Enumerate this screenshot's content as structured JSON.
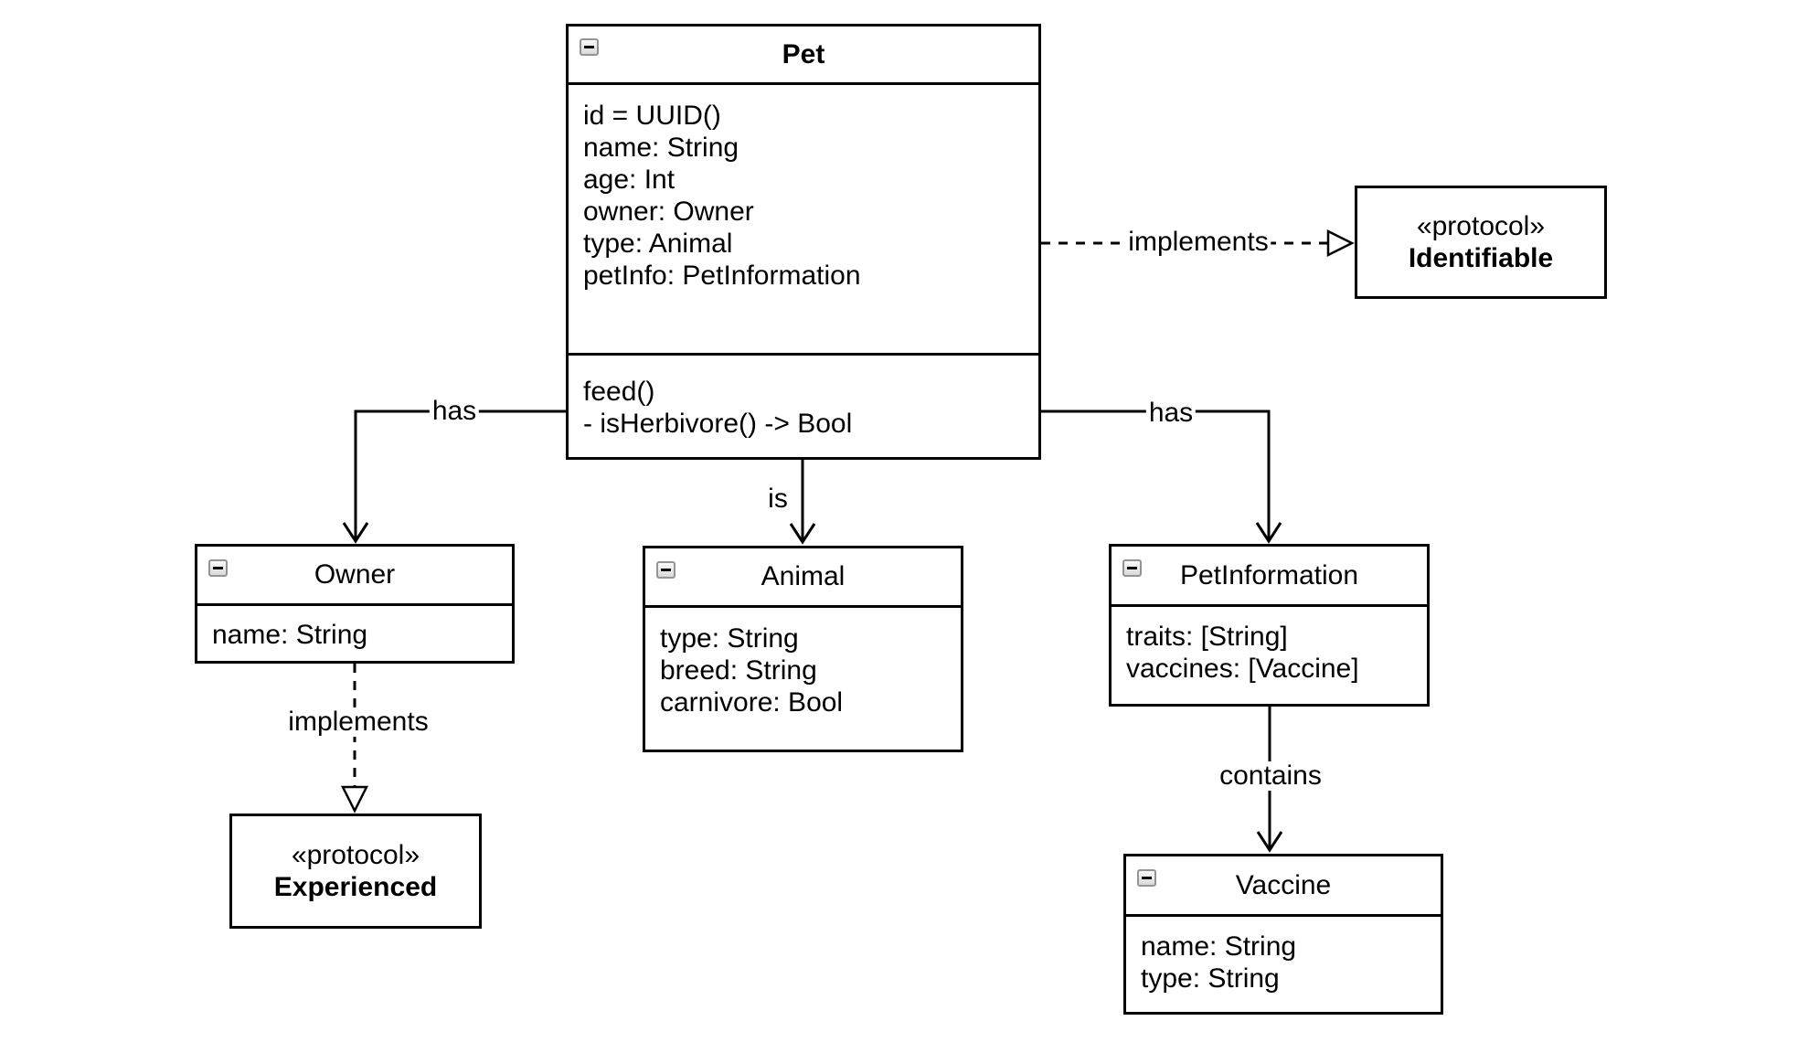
{
  "diagram": {
    "type": "uml-class-diagram",
    "colors": {
      "background": "#ffffff",
      "line": "#000000",
      "box_fill": "#ffffff",
      "collapse_button_fill": "#e9e9e9",
      "collapse_button_border": "#949494"
    },
    "classes": {
      "pet": {
        "title": "Pet",
        "attributes": [
          "id = UUID()",
          "name: String",
          "age: Int",
          "owner: Owner",
          "type: Animal",
          "petInfo: PetInformation"
        ],
        "methods": [
          "feed()",
          "- isHerbivore() -> Bool"
        ]
      },
      "owner": {
        "title": "Owner",
        "attributes": [
          "name: String"
        ]
      },
      "animal": {
        "title": "Animal",
        "attributes": [
          "type: String",
          "breed: String",
          "carnivore: Bool"
        ]
      },
      "pet_information": {
        "title": "PetInformation",
        "attributes": [
          "traits: [String]",
          "vaccines: [Vaccine]"
        ]
      },
      "vaccine": {
        "title": "Vaccine",
        "attributes": [
          "name: String",
          "type: String"
        ]
      },
      "identifiable": {
        "stereotype": "«protocol»",
        "title": "Identifiable"
      },
      "experienced": {
        "stereotype": "«protocol»",
        "title": "Experienced"
      }
    },
    "edges": {
      "pet_has_owner": {
        "label": "has",
        "style": "solid-open-arrow"
      },
      "pet_is_animal": {
        "label": "is",
        "style": "solid-open-arrow"
      },
      "pet_has_petinformation": {
        "label": "has",
        "style": "solid-open-arrow"
      },
      "pet_implements_identifiable": {
        "label": "implements",
        "style": "dashed-hollow-triangle"
      },
      "owner_implements_experienced": {
        "label": "implements",
        "style": "dashed-hollow-triangle"
      },
      "petinformation_contains_vaccine": {
        "label": "contains",
        "style": "solid-open-arrow"
      }
    }
  }
}
